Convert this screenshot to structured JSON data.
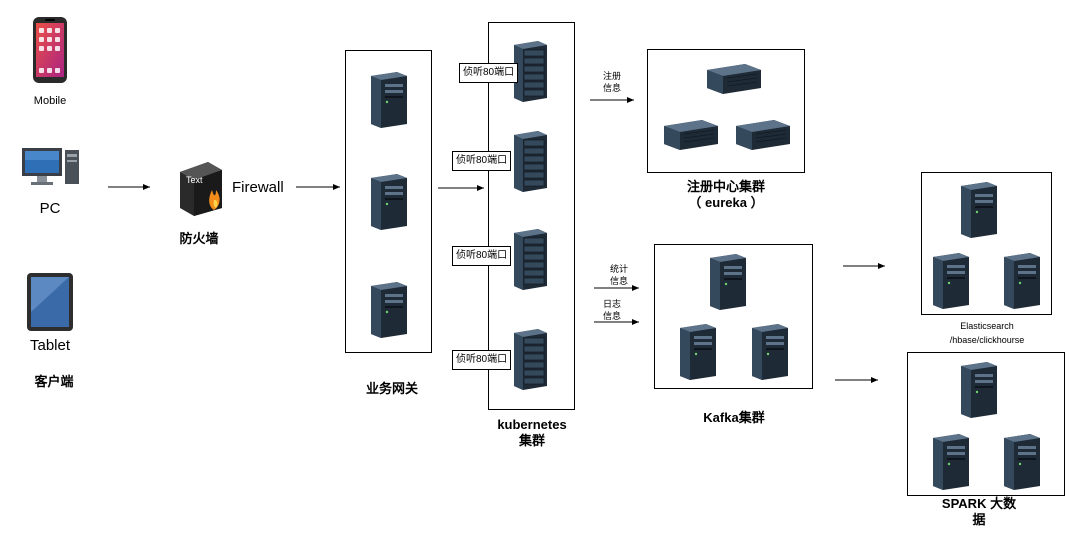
{
  "clients": {
    "mobile_label": "Mobile",
    "pc_label": "PC",
    "tablet_label": "Tablet",
    "group_label": "客户端"
  },
  "firewall": {
    "icon_text": "Text",
    "side_label": "Firewall",
    "label": "防火墙"
  },
  "gateway": {
    "label": "业务网关"
  },
  "kubernetes": {
    "label_line1": "kubernetes",
    "label_line2": "集群",
    "port_labels": [
      "侦听80端口",
      "侦听80端口",
      "侦听80端口",
      "侦听80端口"
    ]
  },
  "eureka": {
    "arrow_label_line1": "注册",
    "arrow_label_line2": "信息",
    "label_line1": "注册中心集群",
    "label_line2": "（ eureka ）"
  },
  "kafka": {
    "stats_label_line1": "统计",
    "stats_label_line2": "信息",
    "log_label_line1": "日志",
    "log_label_line2": "信息",
    "label": "Kafka集群"
  },
  "elasticsearch": {
    "label_line1": "Elasticsearch",
    "label_line2": "/hbase/clickhourse"
  },
  "spark": {
    "label_line1": "SPARK 大数",
    "label_line2": "据"
  },
  "colors": {
    "server_dark": "#1e2a36",
    "server_mid": "#34495c",
    "server_light": "#5d7389",
    "flame": "#f28c1b"
  }
}
